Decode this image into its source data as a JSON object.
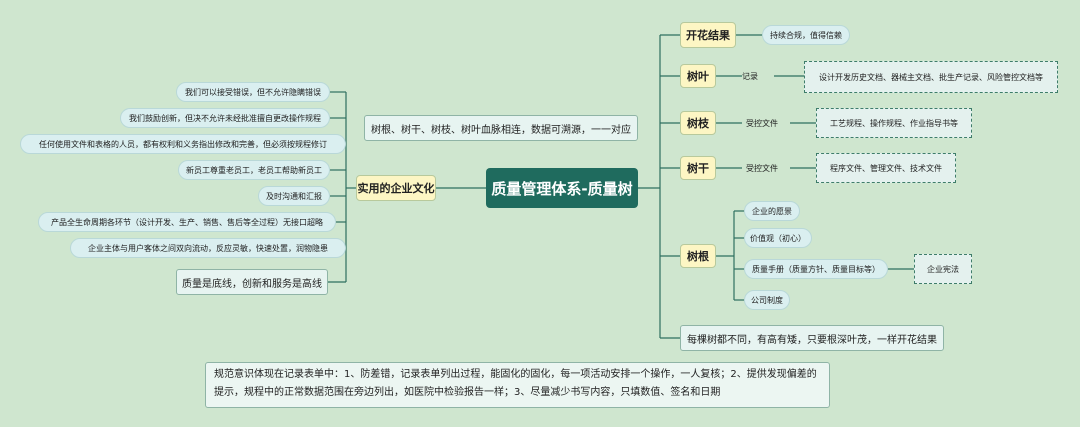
{
  "root": "质量管理体系-质量树",
  "right": {
    "flower": {
      "label": "开花结果",
      "child": "持续合规，值得信赖"
    },
    "leaf": {
      "label": "树叶",
      "child": "记录",
      "detail": "设计开发历史文档、器械主文档、批生产记录、风险管控文档等"
    },
    "twig": {
      "label": "树枝",
      "child": "受控文件",
      "detail": "工艺规程、操作规程、作业指导书等"
    },
    "trunk": {
      "label": "树干",
      "child": "受控文件",
      "detail": "程序文件、管理文件、技术文件"
    },
    "roots": {
      "label": "树根",
      "children": [
        "企业的愿景",
        "价值观（初心）",
        "质量手册（质量方针、质量目标等）",
        "公司制度"
      ],
      "detail": "企业宪法"
    },
    "summary": "每棵树都不同，有高有矮，只要根深叶茂，一样开花结果"
  },
  "center_note": "树根、树干、树枝、树叶血脉相连，数据可溯源，一一对应",
  "left": {
    "label": "实用的企业文化",
    "items": [
      "我们可以接受错误，但不允许隐瞒错误",
      "我们鼓励创新，但决不允许未经批准擅自更改操作规程",
      "任何使用文件和表格的人员，都有权利和义务指出修改和完善，但必须按规程修订",
      "新员工尊重老员工，老员工帮助新员工",
      "及时沟通和汇报",
      "产品全生命周期各环节（设计开发、生产、销售、售后等全过程）无接口超略",
      "企业主体与用户客体之间双向流动，反应灵敏，快速处置，润物隐患"
    ],
    "bottom": "质量是底线，创新和服务是高线"
  },
  "bottom_note": "规范意识体现在记录表单中：1、防差错，记录表单列出过程，能固化的固化，每一项活动安排一个操作，一人复核；2、提供发现偏差的提示，规程中的正常数据范围在旁边列出，如医院中检验报告一样；3、尽量减少书写内容，只填数值、签名和日期"
}
